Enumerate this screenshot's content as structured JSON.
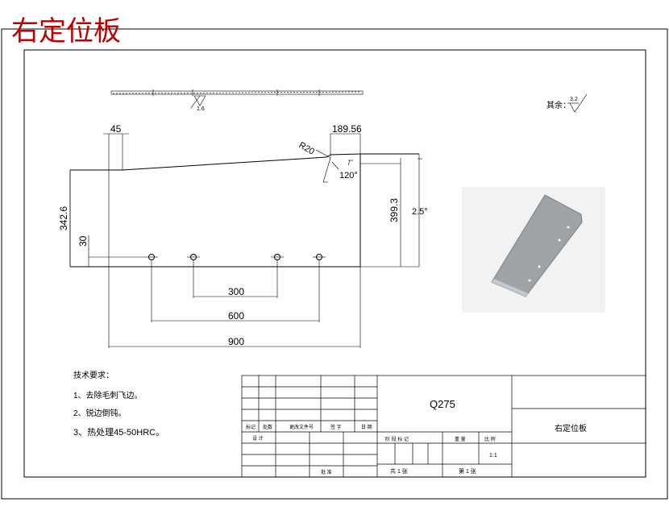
{
  "title": "右定位板",
  "surface_roughness": {
    "label": "其余：",
    "value": "3.2"
  },
  "side_view": {
    "roughness": "1.6"
  },
  "dimensions": {
    "d45": "45",
    "d189": "189.56",
    "r20": "R20",
    "a120": "120°",
    "d342": "342.6",
    "d30": "30",
    "d399": "399.3",
    "a25": "2.5°",
    "d300": "300",
    "d600": "600",
    "d900": "900"
  },
  "tech_requirements": {
    "heading": "技术要求：",
    "items": [
      "1、去除毛刺飞边。",
      "2、锐边倒钝。",
      "3、热处理45-50HRC。"
    ]
  },
  "title_block": {
    "material": "Q275",
    "part_name": "右定位板",
    "row_labels": [
      "标记",
      "处数",
      "更改文件号",
      "签 字",
      "日 期"
    ],
    "designer": "设 计",
    "approve": "批 准",
    "stage_labels": [
      "阶 段 标 记",
      "重 量",
      "比 例"
    ],
    "scale": "1:1",
    "sheet_info": [
      "共 1 张",
      "第 1 张"
    ]
  },
  "colors": {
    "title_red": "#c00000",
    "preview_bg": "#f2f2f3",
    "plate_fill": "#9ea3a8"
  }
}
